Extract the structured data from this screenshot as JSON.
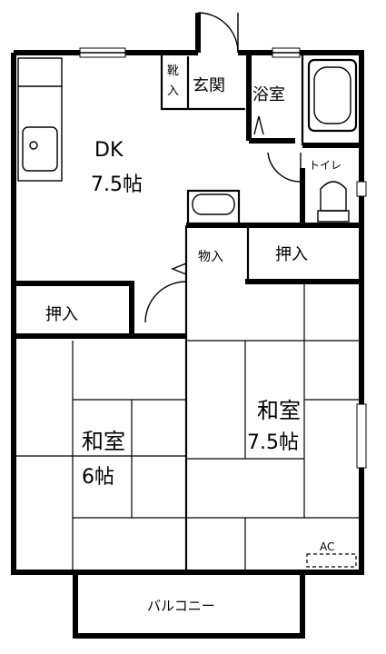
{
  "rooms": {
    "genkan": "玄関",
    "kutsuire": [
      "靴",
      "入"
    ],
    "bath": "浴室",
    "toilet": "トイレ",
    "dk": {
      "name": "DK",
      "size": "7.5帖"
    },
    "monoire": "物入",
    "oshiire_right": "押入",
    "oshiire_left": "押入",
    "washitsu_right": {
      "name": "和室",
      "size": "7.5帖"
    },
    "washitsu_left": {
      "name": "和室",
      "size": "6帖"
    },
    "balcony": "バルコニー",
    "ac": "AC"
  }
}
